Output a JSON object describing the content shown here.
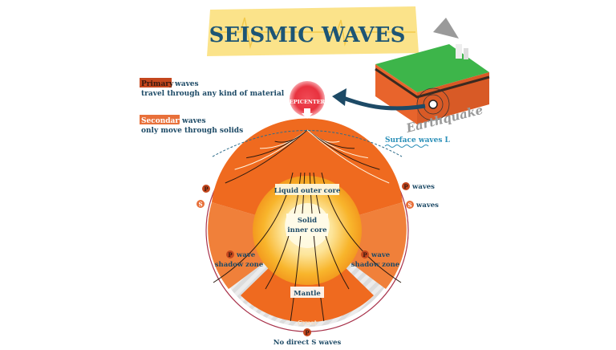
{
  "title": "SEISMIC WAVES",
  "legend": {
    "primary_tag": "Primary",
    "primary_rest": "waves",
    "primary_desc": "travel through any kind of material",
    "secondary_tag": "Secondary",
    "secondary_rest": "waves",
    "secondary_desc": "only move through solids"
  },
  "labels": {
    "epicenter": "EPICENTER",
    "earthquake": "Earthquake",
    "surface_waves": "Surface waves L",
    "liquid_outer_core": "Liquid outer core",
    "solid_inner_core_1": "Solid",
    "solid_inner_core_2": "inner core",
    "mantle": "Mantle",
    "crust": "Crust",
    "no_direct_s": "No direct S waves",
    "p_waves": "waves",
    "s_waves": "waves",
    "p_shadow_1": "wave",
    "p_shadow_2": "shadow zone",
    "p_letter": "P",
    "s_letter": "S"
  },
  "colors": {
    "primary": "#c4471e",
    "secondary": "#e8703a",
    "text": "#1d4a66",
    "mantle": "#ef6a1f",
    "core": "#f9c23c"
  }
}
